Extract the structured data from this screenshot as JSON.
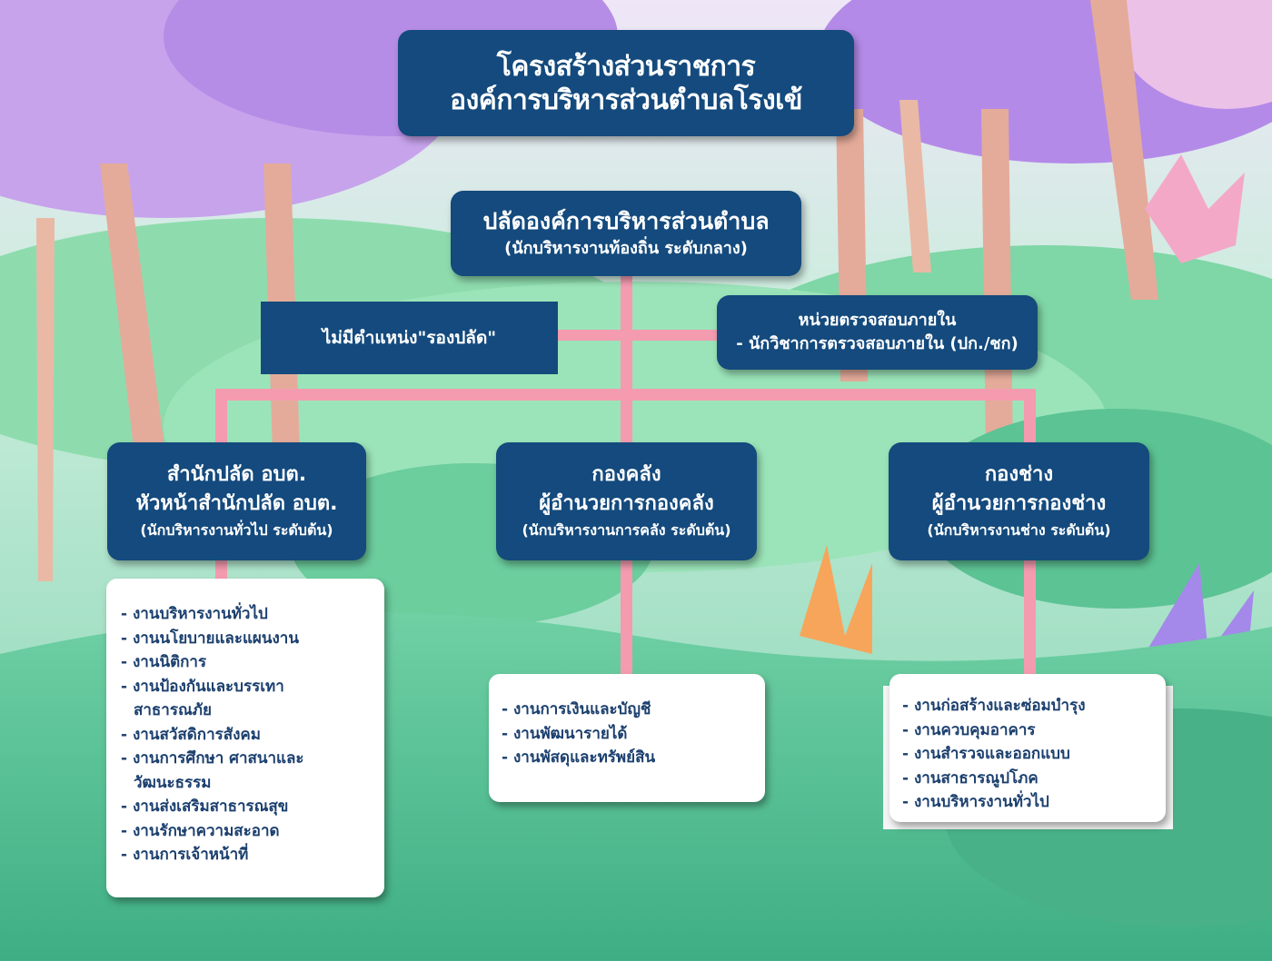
{
  "title": {
    "line1": "โครงสร้างส่วนราชการ",
    "line2": "องค์การบริหารส่วนตำบลโรงเข้"
  },
  "manager": {
    "line1": "ปลัดองค์การบริหารส่วนตำบล",
    "line2": "(นักบริหารงานท้องถิ่น ระดับกลาง)"
  },
  "no_deputy": "ไม่มีตำแหน่ง\"รองปลัด\"",
  "internal_audit": {
    "line1": "หน่วยตรวจสอบภายใน",
    "line2": "- นักวิชาการตรวจสอบภายใน (ปก./ชก)"
  },
  "divisions": [
    {
      "line1": "สำนักปลัด อบต.",
      "line2": "หัวหน้าสำนักปลัด อบต.",
      "line3": "(นักบริหารงานทั่วไป ระดับต้น)",
      "tasks": [
        "งานบริหารงานทั่วไป",
        "งานนโยบายและแผนงาน",
        "งานนิติการ",
        "งานป้องกันและบรรเทาสาธารณภัย",
        "งานสวัสดิการสังคม",
        "งานการศึกษา ศาสนาและวัฒนะธรรม",
        "งานส่งเสริมสาธารณสุข",
        "งานรักษาความสะอาด",
        "งานการเจ้าหน้าที่"
      ]
    },
    {
      "line1": "กองคลัง",
      "line2": "ผู้อำนวยการกองคลัง",
      "line3": "(นักบริหารงานการคลัง ระดับต้น)",
      "tasks": [
        "งานการเงินและบัญชี",
        "งานพัฒนารายได้",
        "งานพัสดุและทรัพย์สิน"
      ]
    },
    {
      "line1": "กองช่าง",
      "line2": "ผู้อำนวยการกองช่าง",
      "line3": "(นักบริหารงานช่าง ระดับต้น)",
      "tasks": [
        "งานก่อสร้างและซ่อมบำรุง",
        "งานควบคุมอาคาร",
        "งานสำรวจและออกแบบ",
        "งานสาธารณูปโภค",
        "งานบริหารงานทั่วไป"
      ]
    }
  ],
  "colors": {
    "box_fill": "#144a7d",
    "connector": "#f49bb0",
    "list_text": "#1b3f6e"
  }
}
